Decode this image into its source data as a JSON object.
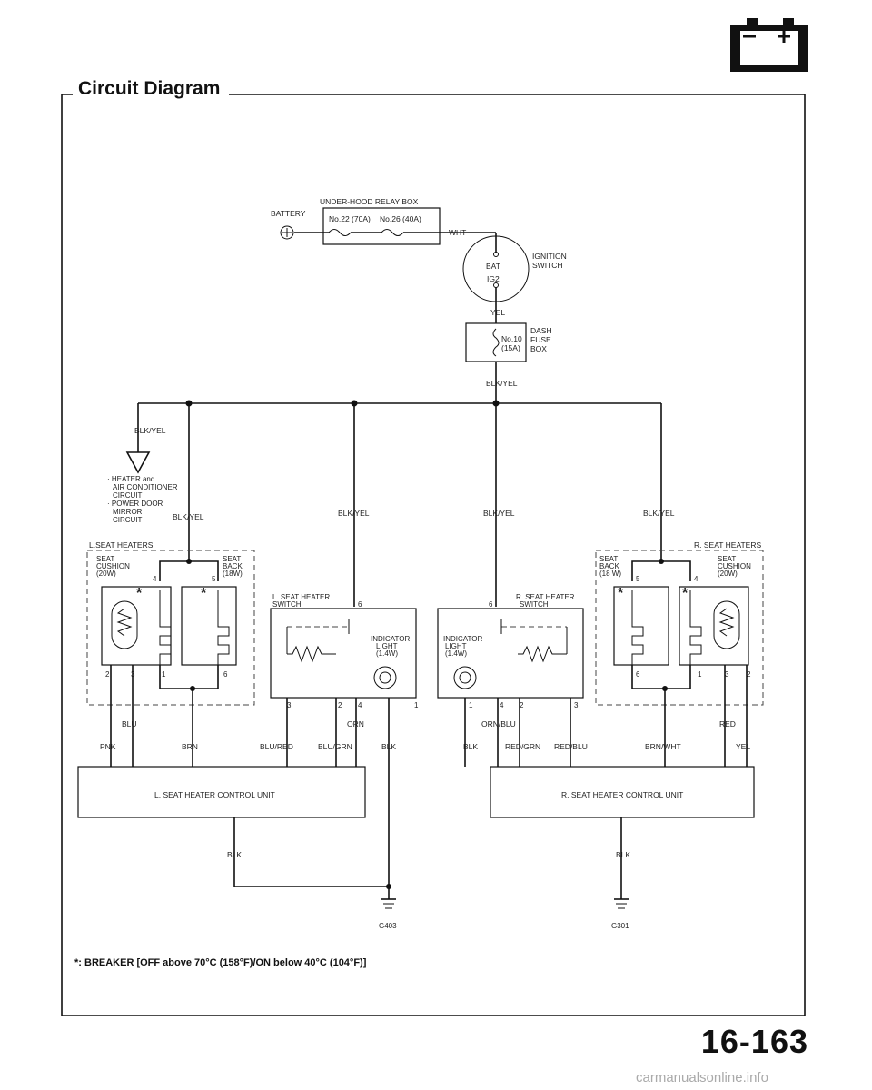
{
  "page": {
    "title": "Circuit Diagram",
    "page_number": "16-163",
    "watermark": "carmanualsonline.info"
  },
  "relay_box": {
    "title": "UNDER-HOOD RELAY BOX",
    "fuse_a": "No.22 (70A)",
    "fuse_b": "No.26 (40A)"
  },
  "battery": "BATTERY",
  "ignition": {
    "label_line1": "IGNITION",
    "label_line2": "SWITCH",
    "bat": "BAT",
    "ig2": "IG2"
  },
  "dash_fuse": {
    "label_line1": "DASH",
    "label_line2": "FUSE",
    "label_line3": "BOX",
    "fuse_line1": "No.10",
    "fuse_line2": "(15A)"
  },
  "wires": {
    "wht": "WHT",
    "yel": "YEL",
    "blk_yel": "BLK/YEL",
    "blu": "BLU",
    "pnk": "PNK",
    "brn": "BRN",
    "blu_red": "BLU/RED",
    "blu_grn": "BLU/GRN",
    "orn": "ORN",
    "blk": "BLK",
    "orn_blu": "ORN/BLU",
    "red_grn": "RED/GRN",
    "red_blu": "RED/BLU",
    "brn_wht": "BRN/WHT",
    "red": "RED"
  },
  "circuit_note": {
    "line1": "· HEATER and",
    "line2": "AIR CONDITIONER",
    "line3": "CIRCUIT",
    "line4": "· POWER DOOR",
    "line5": "MIRROR",
    "line6": "CIRCUIT"
  },
  "l_heaters": {
    "title": "L.SEAT HEATERS",
    "cushion_line1": "SEAT",
    "cushion_line2": "CUSHION",
    "cushion_line3": "(20W)",
    "back_line1": "SEAT",
    "back_line2": "BACK",
    "back_line3": "(18W)"
  },
  "r_heaters": {
    "title": "R. SEAT HEATERS",
    "back_line1": "SEAT",
    "back_line2": "BACK",
    "back_line3": "(18 W)",
    "cushion_line1": "SEAT",
    "cushion_line2": "CUSHION",
    "cushion_line3": "(20W)"
  },
  "l_switch": {
    "title_line1": "L. SEAT HEATER",
    "title_line2": "SWITCH",
    "ind_line1": "INDICATOR",
    "ind_line2": "LIGHT",
    "ind_line3": "(1.4W)"
  },
  "r_switch": {
    "title_line1": "R. SEAT HEATER",
    "title_line2": "SWITCH",
    "ind_line1": "INDICATOR",
    "ind_line2": "LIGHT",
    "ind_line3": "(1.4W)"
  },
  "pins": {
    "p1": "1",
    "p2": "2",
    "p3": "3",
    "p4": "4",
    "p5": "5",
    "p6": "6"
  },
  "l_control": "L. SEAT HEATER CONTROL UNIT",
  "r_control": "R. SEAT HEATER CONTROL UNIT",
  "grounds": {
    "left": "G403",
    "right": "G301"
  },
  "footnote": "*: BREAKER [OFF above 70°C (158°F)/ON below 40°C (104°F)]"
}
